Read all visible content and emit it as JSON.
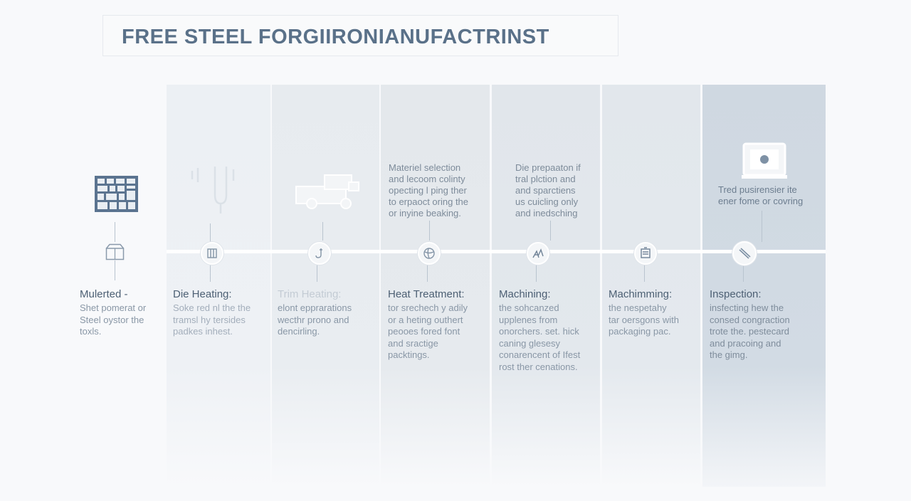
{
  "title": "FREE STEEL FORGIIRONIANUFACTRINST",
  "steps": [
    {
      "label": "Mulerted -",
      "desc": "Shet pomerat or\nSteel oystor the\ntoxls."
    },
    {
      "label": "Die Heating:",
      "desc": "Soke red nl the the\ntramsl hy tersides\npadkes inhest."
    },
    {
      "label": "Trim Heating:",
      "desc": "elont epprarations\nwecthr prono and\ndencirling."
    },
    {
      "label": "Heat Treatment:",
      "desc": "tor srechech y adily\nor a heting outhert\npeooes fored font\nand sractige\npacktings."
    },
    {
      "label": "Machining:",
      "desc": "the sohcanzed\nupplenes from\nonorchers. set. hick\ncaning glesesy\nconarencent of Ifest\nrost ther cenations."
    },
    {
      "label": "Machimming:",
      "desc": "the nespetahy\ntar oersgons with\npackaging pac."
    },
    {
      "label": "Inspection:",
      "desc": "insfecting hew the\nconsed congraction\ntrote the. pestecard\nand pracoing and\nthe gimg."
    }
  ],
  "top_notes": [
    {
      "text": "Materiel selection\nand lecoom colinty\nopecting l ping ther\nto erpaoct oring the\nor inyine beaking."
    },
    {
      "text": "Die prepaaton if\ntral plction and\nand sparctiens\nus cuicling only\nand inedsching"
    },
    {
      "text": "Tred pusirensier ite\nener fome or covring"
    }
  ],
  "icons": {
    "start": "grid-panel-icon",
    "box": "box-icon",
    "die": "tuning-fork-icon",
    "vehicle": "forklift-icon",
    "press": "press-machine-icon",
    "node1": "blocks-icon",
    "node2": "hook-icon",
    "node3": "ball-icon",
    "node4": "tools-icon",
    "node5": "document-icon",
    "node6": "ruler-icon"
  },
  "colors": {
    "accent": "#5a7189",
    "timeline": "#ffffff",
    "highlight_column": "#cfd8e1"
  }
}
